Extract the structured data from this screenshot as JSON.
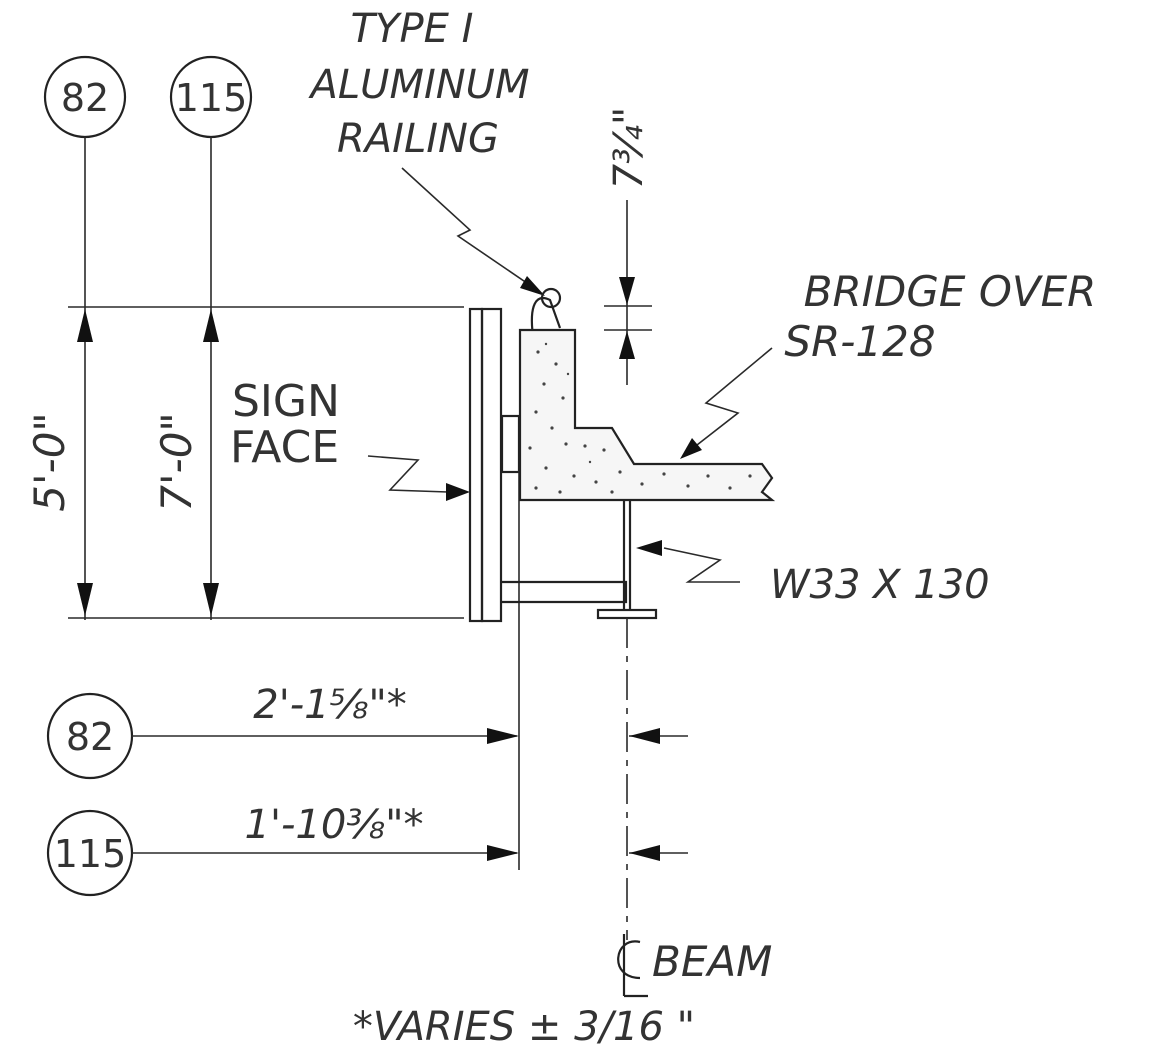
{
  "labels": {
    "railing_line1": "TYPE I",
    "railing_line2": "ALUMINUM",
    "railing_line3": "RAILING",
    "bridge_line1": "BRIDGE OVER",
    "bridge_line2": "SR-128",
    "sign_line1": "SIGN",
    "sign_line2": "FACE",
    "beam_section": "W33 X 130",
    "beam_centerline": "BEAM",
    "note": "*VARIES ± 3/16 \""
  },
  "dimensions": {
    "rail_height": "7¾\"",
    "height_82": "5'-0\"",
    "height_115": "7'-0\"",
    "offset_82": "2'-1⅝\"*",
    "offset_115": "1'-10⅜\"*"
  },
  "markers": {
    "top_left": "82",
    "top_right": "115",
    "row1": "82",
    "row2": "115"
  }
}
